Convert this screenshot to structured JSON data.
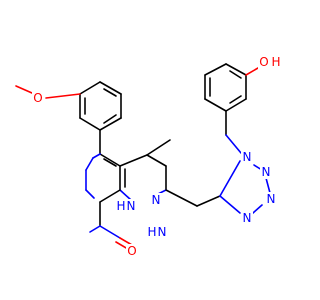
{
  "atoms": [
    {
      "id": "o_top",
      "text": "O",
      "color": "#ff0000"
    },
    {
      "id": "h_top",
      "text": "H",
      "color": "#ff0000"
    },
    {
      "id": "o_meo",
      "text": "O",
      "color": "#ff0000"
    },
    {
      "id": "n_tz1",
      "text": "N",
      "color": "#0000ff"
    },
    {
      "id": "n_tz2",
      "text": "N",
      "color": "#0000ff"
    },
    {
      "id": "n_tz3",
      "text": "N",
      "color": "#0000ff"
    },
    {
      "id": "n_tz4",
      "text": "N",
      "color": "#0000ff"
    },
    {
      "id": "n_eq",
      "text": "N",
      "color": "#0000ff"
    },
    {
      "id": "nh_left_h",
      "text": "H",
      "color": "#0000ff"
    },
    {
      "id": "nh_left_n",
      "text": "N",
      "color": "#0000ff"
    },
    {
      "id": "n_nh",
      "text": "N",
      "color": "#0000ff"
    },
    {
      "id": "n_nh_h",
      "text": "H",
      "color": "#0000ff"
    },
    {
      "id": "o_carbonyl",
      "text": "O",
      "color": "#ff0000"
    }
  ],
  "colors": {
    "carbon_bond": "#000000",
    "oxygen": "#ff0000",
    "nitrogen": "#0000ff"
  }
}
